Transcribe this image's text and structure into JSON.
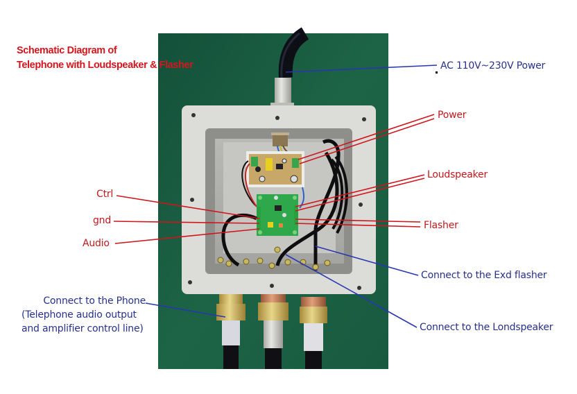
{
  "title": {
    "line1": "Schematic Diagram of",
    "line2": "Telephone with Loudspeaker & Flasher"
  },
  "colors": {
    "red_label": "#c0181e",
    "blue_label": "#27308a",
    "red_line": "#d0141c",
    "blue_line": "#2a36b0",
    "background_green": "#1a5a3c",
    "enclosure": "#d8d8d4",
    "pcb_green": "#2ea84a"
  },
  "labels": {
    "ac_power": "AC 110V~230V Power",
    "power": "Power",
    "loudspeaker": "Loudspeaker",
    "flasher": "Flasher",
    "ctrl": "Ctrl",
    "gnd": "gnd",
    "audio": "Audio",
    "phone_line1": "Connect to the Phone",
    "phone_line2": "(Telephone audio output",
    "phone_line3": "and amplifier control line)",
    "exd_flasher": "Connect to the Exd flasher",
    "londspeaker": "Connect to the Londspeaker"
  },
  "components": [
    {
      "name": "power-cable",
      "description": "AC input cable entering top gland"
    },
    {
      "name": "power-supply-board",
      "description": "AC-DC power module"
    },
    {
      "name": "amplifier-board",
      "description": "Green amplifier/controller PCB"
    },
    {
      "name": "phone-gland",
      "description": "Left cable gland"
    },
    {
      "name": "loudspeaker-gland",
      "description": "Middle cable gland"
    },
    {
      "name": "flasher-gland",
      "description": "Right cable gland"
    }
  ]
}
